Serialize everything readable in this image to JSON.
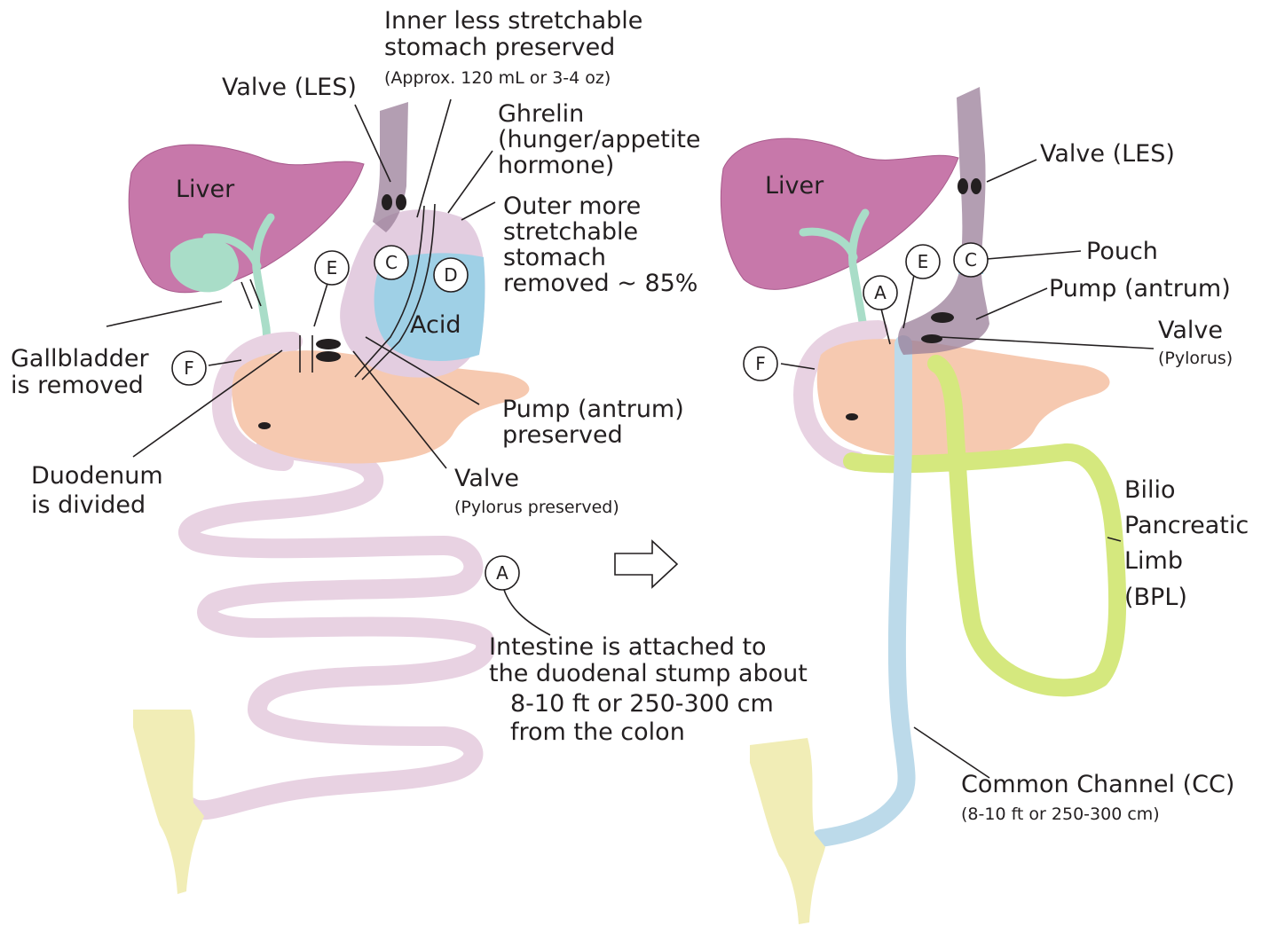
{
  "colors": {
    "liver": "#c778aa",
    "liver_stroke": "#a85a8c",
    "gallbladder": "#a9ddc8",
    "bile_duct": "#a9ddc8",
    "stomach": "#e3cde0",
    "stomach_dark": "#9a7e98",
    "acid": "#9fd0e6",
    "pancreas": "#f6c9b0",
    "intestine": "#e8d2e2",
    "colon": "#f1edb6",
    "biliopancreatic_limb": "#d5e87e",
    "common_channel": "#bcdaea",
    "text": "#231f20"
  },
  "left": {
    "liver_label": "Liver",
    "acid_label": "Acid",
    "valve_les": "Valve (LES)",
    "inner_stomach": [
      "Inner less stretchable",
      "stomach preserved"
    ],
    "inner_stomach_note": "(Approx. 120 mL or 3-4 oz)",
    "ghrelin": [
      "Ghrelin",
      "(hunger/appetite",
      "hormone)"
    ],
    "outer_stomach": [
      "Outer more",
      "stretchable",
      "stomach",
      "removed ~ 85%"
    ],
    "gallbladder": [
      "Gallbladder",
      "is removed"
    ],
    "duodenum": [
      "Duodenum",
      "is divided"
    ],
    "pump": [
      "Pump (antrum)",
      "preserved"
    ],
    "valve_pylorus": "Valve",
    "valve_pylorus_note": "(Pylorus preserved)",
    "intestine": [
      "Intestine is attached to",
      "the duodenal stump about",
      "8-10 ft or 250-300 cm",
      "from the colon"
    ],
    "markers": [
      "A",
      "C",
      "D",
      "E",
      "F"
    ]
  },
  "right": {
    "liver_label": "Liver",
    "valve_les": "Valve (LES)",
    "pouch": "Pouch",
    "pump": "Pump (antrum)",
    "valve": "Valve",
    "valve_note": "(Pylorus)",
    "bpl": [
      "Bilio",
      "Pancreatic",
      "Limb",
      "(BPL)"
    ],
    "common_channel": "Common Channel (CC)",
    "common_channel_note": "(8-10 ft or 250-300 cm)",
    "markers": [
      "A",
      "C",
      "E",
      "F"
    ]
  }
}
